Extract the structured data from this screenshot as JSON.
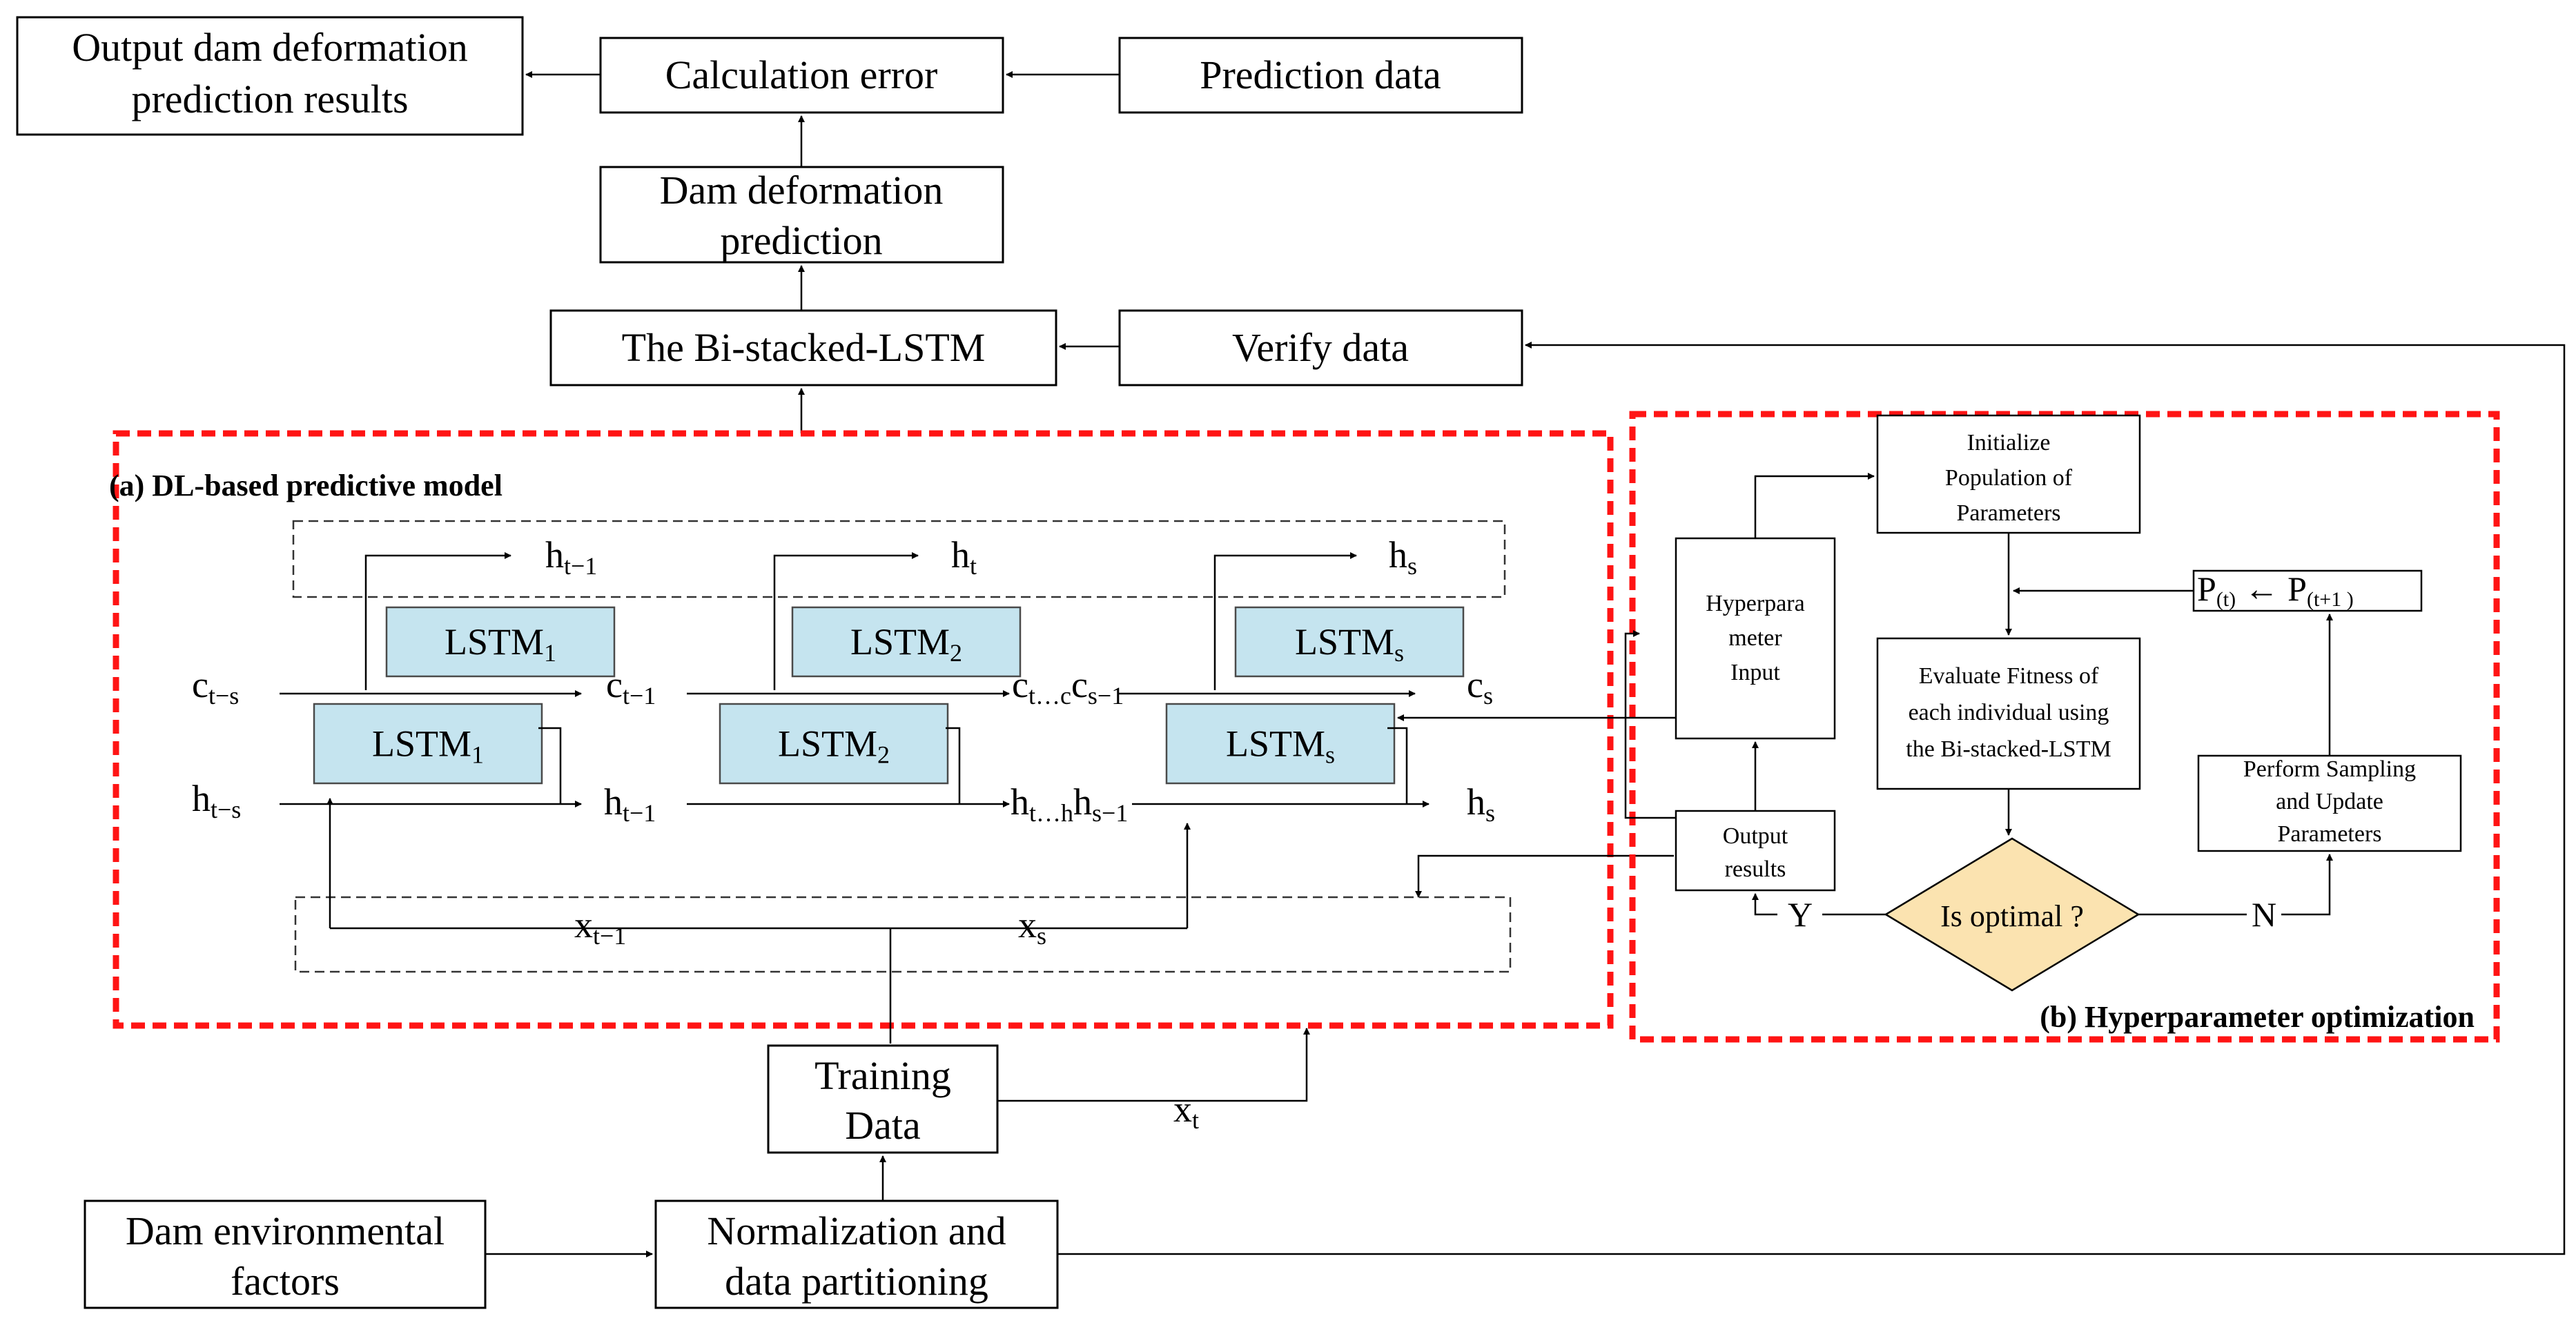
{
  "colors": {
    "box_stroke": "#000000",
    "lstm_fill": "#c5e4ef",
    "lstm_stroke": "#4a4a4a",
    "decision_fill": "#fbe3b0",
    "highlight_dash": "#ff1414",
    "connector": "#333333"
  },
  "top_flow": {
    "output": [
      "Output dam deformation",
      "prediction results"
    ],
    "calc_error": "Calculation error",
    "prediction_data": "Prediction data",
    "dam_prediction": [
      "Dam deformation",
      "prediction"
    ],
    "bi_stacked": "The Bi-stacked-LSTM",
    "verify": "Verify data"
  },
  "panel_a": {
    "title": "(a) DL-based predictive model",
    "lstm_top": [
      "LSTM",
      "LSTM",
      "LSTM"
    ],
    "lstm_top_sub": [
      "1",
      "2",
      "s"
    ],
    "lstm_bottom": [
      "LSTM",
      "LSTM",
      "LSTM"
    ],
    "lstm_bottom_sub": [
      "1",
      "2",
      "s"
    ],
    "h_out": {
      "base": [
        "h",
        "h",
        "h"
      ],
      "sub": [
        "t−1",
        "t",
        "s"
      ]
    },
    "c_labels": {
      "base": [
        "c",
        "c",
        "c",
        "c"
      ],
      "sub": [
        "t−s",
        "t−1",
        "t…c",
        "s"
      ],
      "mid_prefix": "c"
    },
    "h_row": {
      "base": [
        "h",
        "h",
        "h",
        "h"
      ],
      "sub": [
        "t−s",
        "t−1",
        "t…h",
        "s"
      ]
    },
    "x_labels": {
      "base": [
        "x",
        "x"
      ],
      "sub": [
        "t−1",
        "s"
      ]
    }
  },
  "panel_b": {
    "title": "(b) Hyperparameter optimization",
    "init": [
      "Initialize",
      "Population of",
      "Parameters"
    ],
    "hyper": [
      "Hyperpara",
      "meter",
      "Input"
    ],
    "evaluate": [
      "Evaluate Fitness of",
      "each individual using",
      "the Bi-stacked-LSTM"
    ],
    "output_results": [
      "Output",
      "results"
    ],
    "decision": "Is optimal ?",
    "yes": "Y",
    "no": "N",
    "sampling": [
      "Perform Sampling",
      "and Update",
      "Parameters"
    ],
    "update_rule": {
      "left": "P",
      "left_sub": "(t)",
      "arrow": "←",
      "right": "P",
      "right_sub": "(t+1 )"
    }
  },
  "bottom_flow": {
    "training": [
      "Training",
      "Data"
    ],
    "xt": {
      "base": "x",
      "sub": "t"
    },
    "env": [
      "Dam environmental",
      "factors"
    ],
    "normalization": [
      "Normalization and",
      "data partitioning"
    ]
  }
}
